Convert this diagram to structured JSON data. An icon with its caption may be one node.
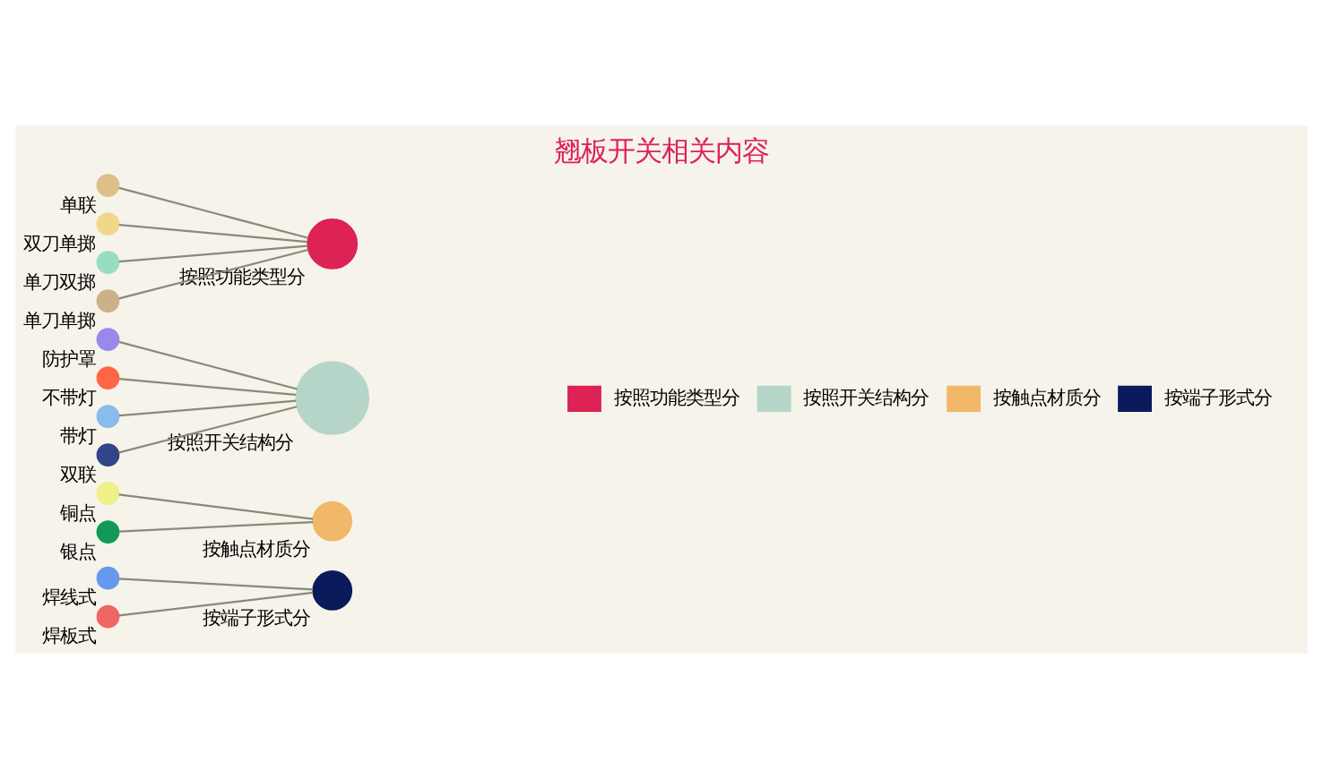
{
  "diagram": {
    "title": "翘板开关相关内容",
    "nodes": [
      {
        "text": [
          "焊线式"
        ]
      },
      {
        "text": [
          "焊板式"
        ]
      },
      {
        "text": [
          "铜点"
        ]
      },
      {
        "text": [
          "银点"
        ]
      },
      {
        "text": [
          "防护罩"
        ]
      },
      {
        "text": [
          "不带灯"
        ]
      },
      {
        "text": [
          "带灯"
        ]
      },
      {
        "text": [
          "双联"
        ]
      },
      {
        "text": [
          "单联"
        ]
      },
      {
        "text": [
          "双刀单掷"
        ]
      },
      {
        "text": [
          "单刀双掷"
        ]
      },
      {
        "text": [
          "单刀单掷"
        ]
      },
      {
        "text": [
          "按触点材质分"
        ]
      },
      {
        "text": [
          "按端子形式分"
        ]
      },
      {
        "text": [
          "按照功能类型分"
        ]
      },
      {
        "text": [
          "按照开关结构分"
        ]
      }
    ],
    "edges": [
      {
        "from": 0,
        "to": 13,
        "arrow": "none"
      },
      {
        "from": 1,
        "to": 13,
        "arrow": "none"
      },
      {
        "from": 2,
        "to": 12,
        "arrow": "none"
      },
      {
        "from": 3,
        "to": 12,
        "arrow": "none"
      },
      {
        "from": 4,
        "to": 15,
        "arrow": "none"
      },
      {
        "from": 5,
        "to": 15,
        "arrow": "none"
      },
      {
        "from": 6,
        "to": 15,
        "arrow": "none"
      },
      {
        "from": 7,
        "to": 15,
        "arrow": "none"
      },
      {
        "from": 8,
        "to": 14,
        "arrow": "none"
      },
      {
        "from": 9,
        "to": 14,
        "arrow": "none"
      },
      {
        "from": 10,
        "to": 14,
        "arrow": "none"
      },
      {
        "from": 11,
        "to": 14,
        "arrow": "none"
      }
    ],
    "legend": [
      {
        "text": "按照功能类型分",
        "color": "#dd2255"
      },
      {
        "text": "按照开关结构分",
        "color": "#b5d5c8"
      },
      {
        "text": "按触点材质分",
        "color": "#f0b868"
      },
      {
        "text": "按端子形式分",
        "color": "#0a1a5a"
      }
    ]
  }
}
